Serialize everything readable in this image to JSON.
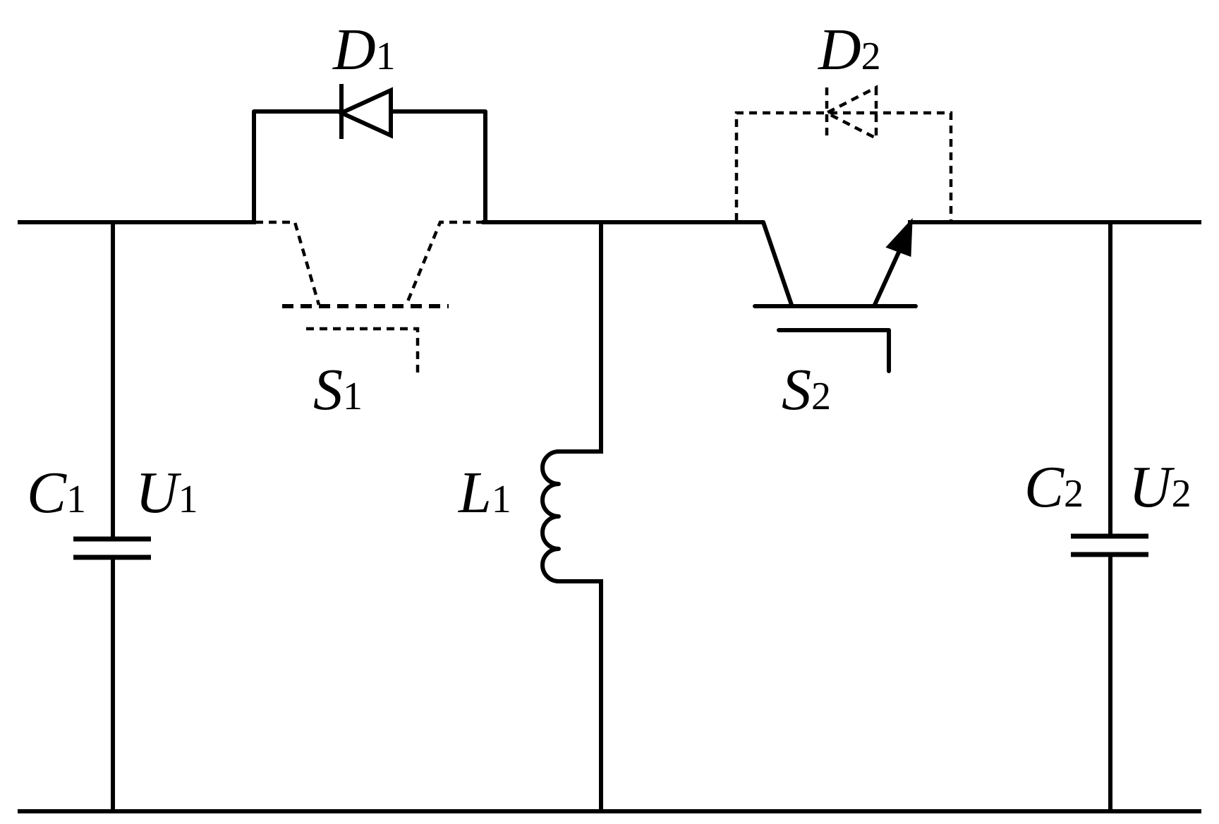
{
  "labels": {
    "c1": {
      "main": "C",
      "sub": "1"
    },
    "u1": {
      "main": "U",
      "sub": "1"
    },
    "d1": {
      "main": "D",
      "sub": "1"
    },
    "s1": {
      "main": "S",
      "sub": "1"
    },
    "l1": {
      "main": "L",
      "sub": "1"
    },
    "d2": {
      "main": "D",
      "sub": "2"
    },
    "s2": {
      "main": "S",
      "sub": "2"
    },
    "c2": {
      "main": "C",
      "sub": "2"
    },
    "u2": {
      "main": "U",
      "sub": "2"
    }
  }
}
